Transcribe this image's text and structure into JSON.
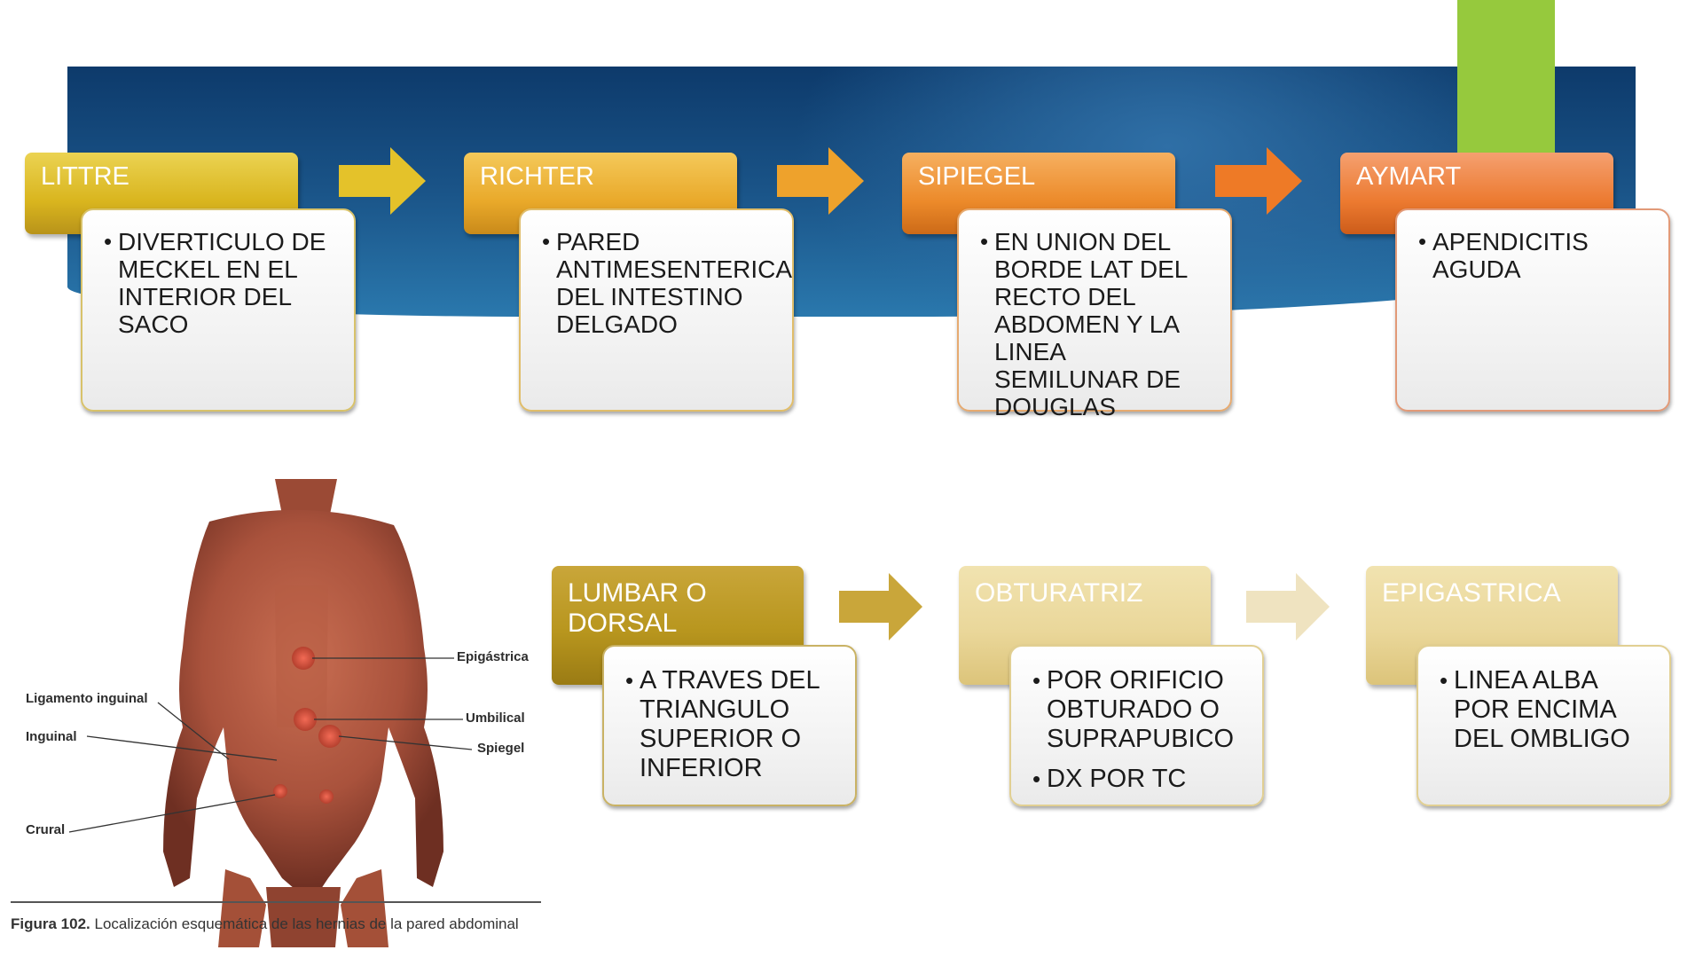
{
  "colors": {
    "band": "#1a5488",
    "green_accent": "#96c93d",
    "hdr_littre": "#d9b51e",
    "hdr_richter": "#e9a92a",
    "hdr_spiegel": "#ec8a2a",
    "hdr_aymart": "#ec7a30",
    "hdr_lumbar": "#b8961e",
    "hdr_obturatriz": "#ead79a",
    "hdr_epigastrica": "#ead79a"
  },
  "row1": {
    "cards": [
      {
        "title": "LITTRE",
        "bullets": [
          "DIVERTICULO DE MECKEL EN EL INTERIOR DEL SACO"
        ]
      },
      {
        "title": "RICHTER",
        "bullets": [
          "PARED ANTIMESENTERICA DEL INTESTINO DELGADO"
        ]
      },
      {
        "title": "SIPIEGEL",
        "bullets": [
          "EN UNION DEL BORDE LAT DEL RECTO DEL ABDOMEN Y LA LINEA SEMILUNAR DE DOUGLAS"
        ]
      },
      {
        "title": "AYMART",
        "bullets": [
          "APENDICITIS AGUDA"
        ]
      }
    ]
  },
  "row2": {
    "cards": [
      {
        "title": "LUMBAR O DORSAL",
        "bullets": [
          "A TRAVES DEL TRIANGULO SUPERIOR O INFERIOR"
        ]
      },
      {
        "title": "OBTURATRIZ",
        "bullets": [
          "POR ORIFICIO OBTURADO O SUPRAPUBICO",
          "DX POR TC"
        ]
      },
      {
        "title": "EPIGASTRICA",
        "bullets": [
          "LINEA ALBA POR ENCIMA DEL OMBLIGO"
        ]
      }
    ]
  },
  "figure": {
    "labels": {
      "epigastrica": "Epigástrica",
      "ligamento": "Ligamento inguinal",
      "umbilical": "Umbilical",
      "inguinal": "Inguinal",
      "spiegel": "Spiegel",
      "crural": "Crural"
    },
    "caption_bold": "Figura 102.",
    "caption_text": "Localización esquemática de las hernias de la pared abdominal"
  }
}
